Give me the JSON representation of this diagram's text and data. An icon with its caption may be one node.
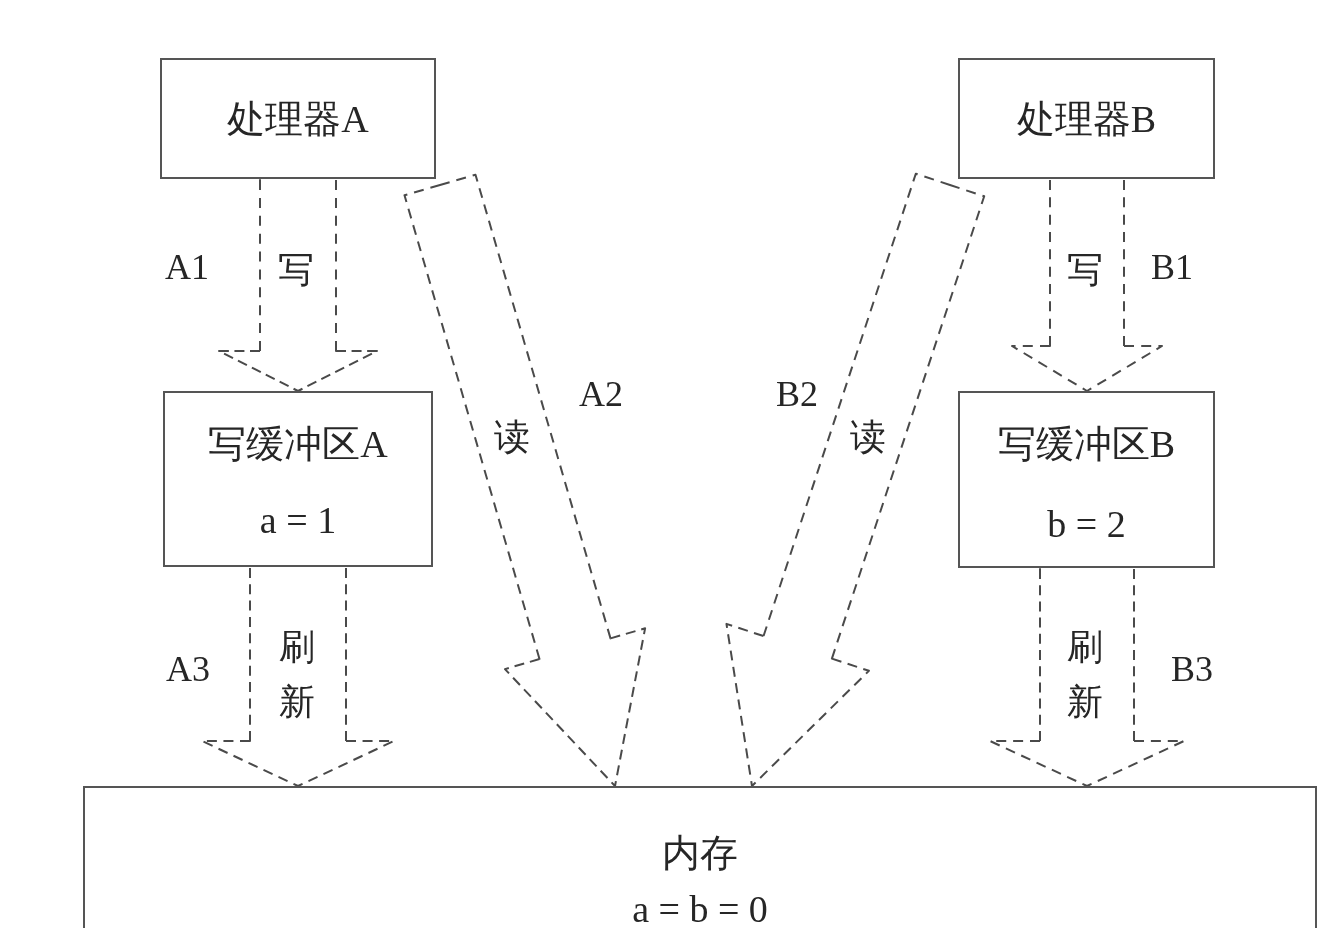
{
  "diagram": {
    "nodes": [
      {
        "text": [
          "处理器A"
        ]
      },
      {
        "text": [
          "处理器B"
        ]
      },
      {
        "text": [
          "写缓冲区A",
          "a = 1"
        ]
      },
      {
        "text": [
          "写缓冲区B",
          "b = 2"
        ]
      },
      {
        "text": [
          "内存",
          "a = b = 0"
        ]
      }
    ],
    "edges": [
      {
        "from": 0,
        "to": 2,
        "arrow": "to",
        "label": "写",
        "style": "dashed"
      },
      {
        "from": 1,
        "to": 3,
        "arrow": "to",
        "label": "写",
        "style": "dashed"
      },
      {
        "from": 0,
        "to": 4,
        "arrow": "to",
        "label": "读",
        "style": "dashed"
      },
      {
        "from": 1,
        "to": 4,
        "arrow": "to",
        "label": "读",
        "style": "dashed"
      },
      {
        "from": 2,
        "to": 4,
        "arrow": "to",
        "label": "刷新",
        "style": "dashed"
      },
      {
        "from": 3,
        "to": 4,
        "arrow": "to",
        "label": "刷新",
        "style": "dashed"
      }
    ],
    "labels": [
      "A1",
      "B1",
      "A2",
      "B2",
      "A3",
      "B3"
    ]
  }
}
